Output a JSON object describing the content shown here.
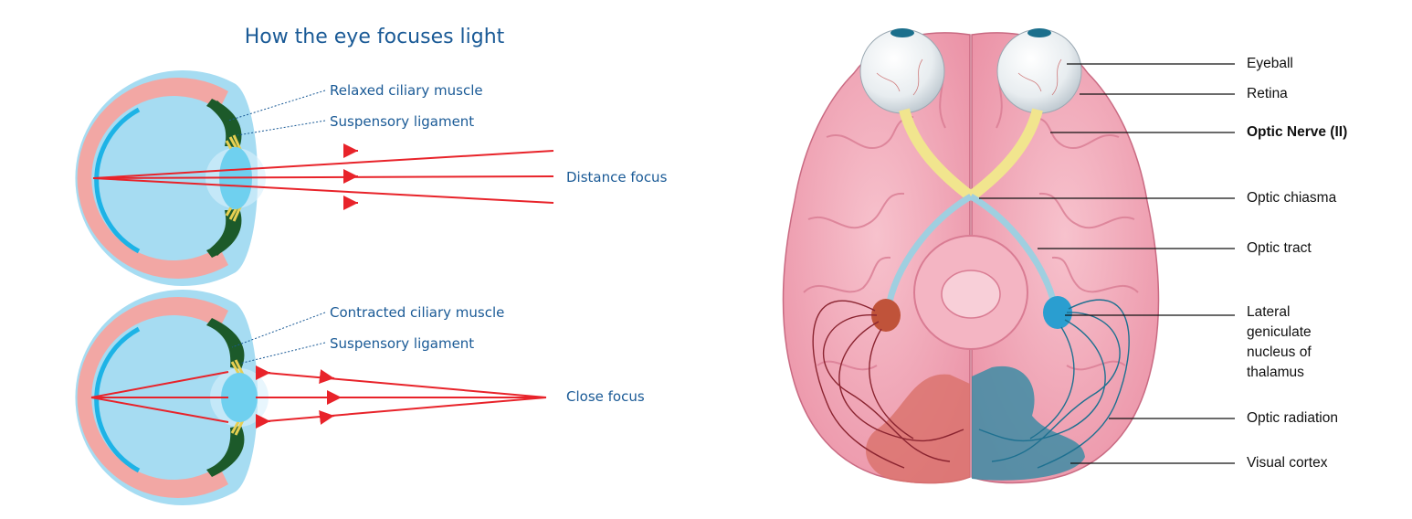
{
  "eye_panel": {
    "title": "How the eye focuses light",
    "top": {
      "muscle_label": "Relaxed ciliary muscle",
      "ligament_label": "Suspensory ligament",
      "focus_label": "Distance focus"
    },
    "bottom": {
      "muscle_label": "Contracted ciliary muscle",
      "ligament_label": "Suspensory ligament",
      "focus_label": "Close focus"
    }
  },
  "brain_panel": {
    "labels": [
      "Eyeball",
      "Retina",
      "Optic Nerve (II)",
      "Optic chiasma",
      "Optic tract",
      "Lateral\ngeniculate\nnucleus of\nthalamus",
      "Optic radiation",
      "Visual cortex"
    ],
    "bold_index": 2
  },
  "colors": {
    "title_blue": "#1a5a96",
    "light_ray": "#e8232a",
    "sclera_blue": "#a6dcf2",
    "choroid_pink": "#f2a7a4",
    "retina_cyan": "#1db3e6",
    "lens_cyan": "#6fd0ef",
    "iris_green": "#1c5a2a",
    "ligament_yellow": "#e7cf52",
    "brain_pink": "#f0a3b4",
    "cortex_red": "#d9706a",
    "cortex_teal": "#3e8ca4",
    "nerve_yellow": "#f1e58e",
    "fiber_blue": "#1d7090",
    "fiber_red": "#8a2430"
  }
}
